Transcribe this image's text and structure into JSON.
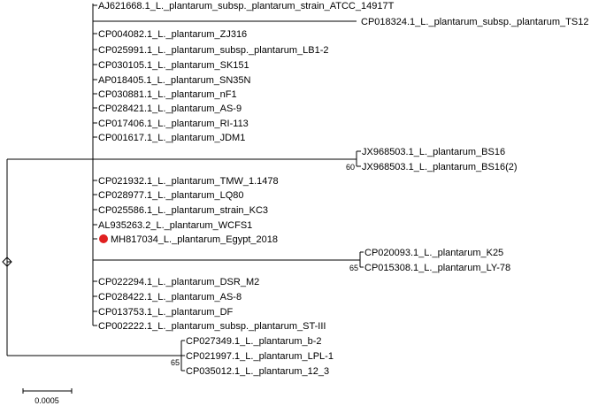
{
  "tree": {
    "taxa": [
      "AJ621668.1_L._plantarum_subsp._plantarum_strain_ATCC_14917T",
      "CP018324.1_L._plantarum_subsp._plantarum_TS12",
      "CP004082.1_L._plantarum_ZJ316",
      "CP025991.1_L._plantarum_subsp._plantarum_LB1-2",
      "CP030105.1_L._plantarum_SK151",
      "AP018405.1_L._plantarum_SN35N",
      "CP030881.1_L._plantarum_nF1",
      "CP028421.1_L._plantarum_AS-9",
      "CP017406.1_L._plantarum_RI-113",
      "CP001617.1_L._plantarum_JDM1",
      "JX968503.1_L._plantarum_BS16",
      "JX968503.1_L._plantarum_BS16(2)",
      "CP021932.1_L._plantarum_TMW_1.1478",
      "CP028977.1_L._plantarum_LQ80",
      "CP025586.1_L._plantarum_strain_KC3",
      "AL935263.2_L._plantarum_WCFS1",
      "MH817034_L._plantarum_Egypt_2018",
      "CP020093.1_L._plantarum_K25",
      "CP015308.1_L._plantarum_LY-78",
      "CP022294.1_L._plantarum_DSR_M2",
      "CP028422.1_L._plantarum_AS-8",
      "CP013753.1_L._plantarum_DF",
      "CP002222.1_L._plantarum_subsp._plantarum_ST-III",
      "CP027349.1_L._plantarum_b-2",
      "CP021997.1_L._plantarum_LPL-1",
      "CP035012.1_L._plantarum_12_3"
    ],
    "bootstrap": [
      "60",
      "65",
      "65"
    ],
    "highlighted_taxon": "MH817034_L._plantarum_Egypt_2018",
    "highlight_color": "#e02020",
    "scale_bar_label": "0.0005"
  }
}
